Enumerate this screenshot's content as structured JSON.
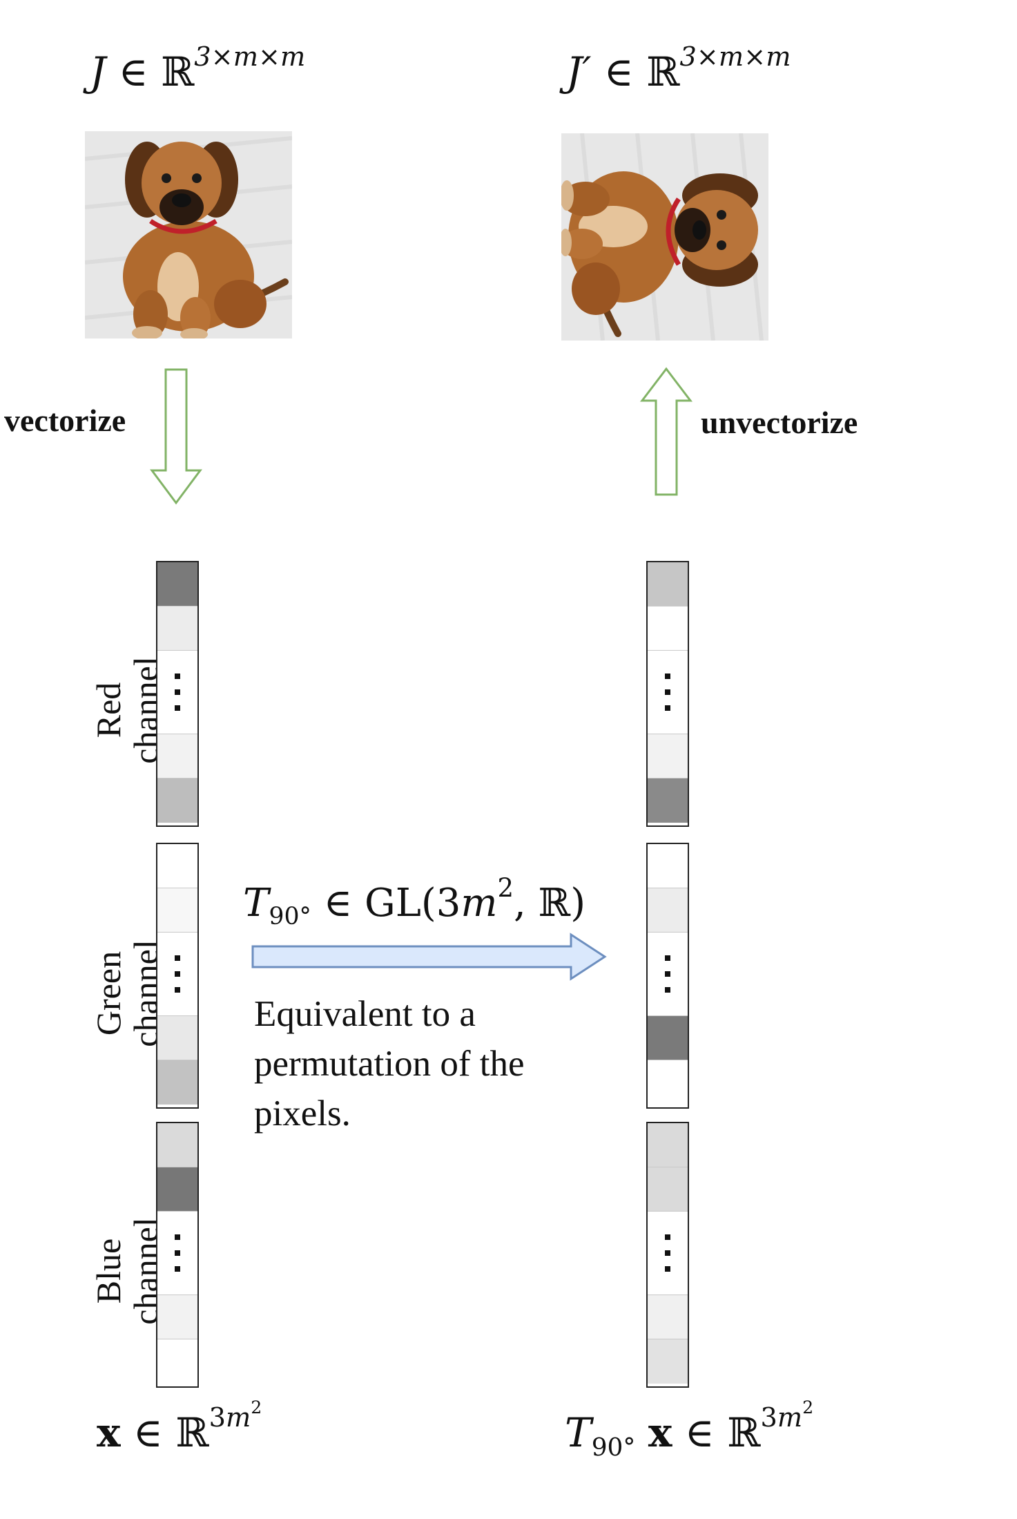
{
  "input_image": {
    "symbol": "J",
    "element_of": "∈",
    "field": "ℝ",
    "dims": "3×m×m"
  },
  "output_image": {
    "symbol": "J′",
    "element_of": "∈",
    "field": "ℝ",
    "dims": "3×m×m"
  },
  "vectorize_label": "vectorize",
  "unvectorize_label": "unvectorize",
  "channels": {
    "red": [
      "Red",
      "channel"
    ],
    "green": [
      "Green",
      "channel"
    ],
    "blue": [
      "Blue",
      "channel"
    ]
  },
  "transform": {
    "symbol": "T",
    "subscript": "90°",
    "element_of": "∈",
    "group": "GL",
    "open": "(",
    "arg_coef": "3",
    "arg_var": "m",
    "arg_exp": "2",
    "sep": ", ",
    "field": "ℝ",
    "close": ")"
  },
  "description": [
    "Equivalent to a",
    "permutation of the",
    "pixels."
  ],
  "vector_x": {
    "symbol": "x",
    "element_of": "∈",
    "field": "ℝ",
    "exp_coef": "3",
    "exp_var": "m",
    "exp_pow": "2"
  },
  "vector_tx": {
    "symbol": "T",
    "subscript": "90°",
    "var": "x",
    "element_of": "∈",
    "field": "ℝ",
    "exp_coef": "3",
    "exp_var": "m",
    "exp_pow": "2"
  },
  "colors": {
    "arrow_green_stroke": "#82b366",
    "arrow_green_fill": "#ffffff",
    "arrow_blue_stroke": "#6c8ebf",
    "arrow_blue_fill": "#dae8fc"
  },
  "left_vector_cells": {
    "red": [
      "#7a7a7a",
      "#ececec",
      "dots",
      "#f2f2f2",
      "#bdbdbd"
    ],
    "green": [
      "#ffffff",
      "#f7f7f7",
      "dots",
      "#e8e8e8",
      "#c2c2c2"
    ],
    "blue": [
      "#dadada",
      "#777777",
      "dots",
      "#f2f2f2",
      "#ffffff"
    ]
  },
  "right_vector_cells": {
    "red": [
      "#c6c6c6",
      "#ffffff",
      "dots",
      "#f2f2f2",
      "#8a8a8a"
    ],
    "green": [
      "#ffffff",
      "#ececec",
      "dots",
      "#7a7a7a",
      "#ffffff"
    ],
    "blue": [
      "#dadada",
      "#dadada",
      "dots",
      "#f0f0f0",
      "#e2e2e2"
    ]
  }
}
